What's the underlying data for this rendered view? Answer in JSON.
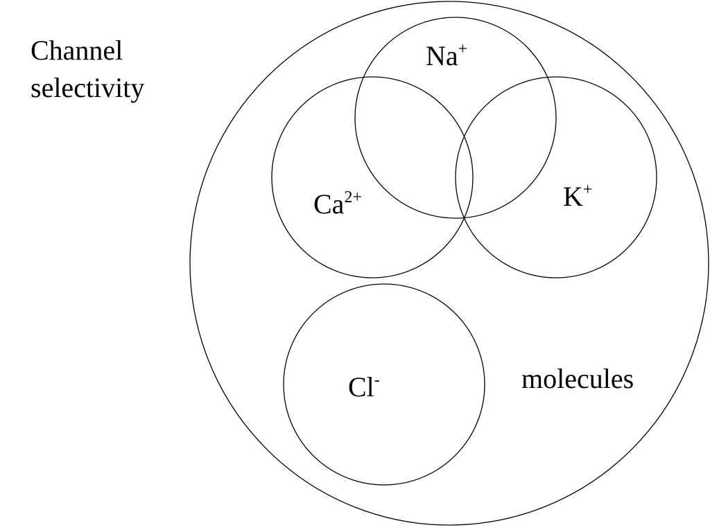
{
  "title": {
    "line1": "Channel",
    "line2": "selectivity"
  },
  "sets": {
    "na": {
      "base": "Na",
      "charge": "+"
    },
    "ca": {
      "base": "Ca",
      "charge": "2+"
    },
    "k": {
      "base": "K",
      "charge": "+"
    },
    "cl": {
      "base": "Cl",
      "charge": "-"
    }
  },
  "outer_label": "molecules",
  "colors": {
    "stroke": "#000000",
    "background": "#ffffff"
  }
}
